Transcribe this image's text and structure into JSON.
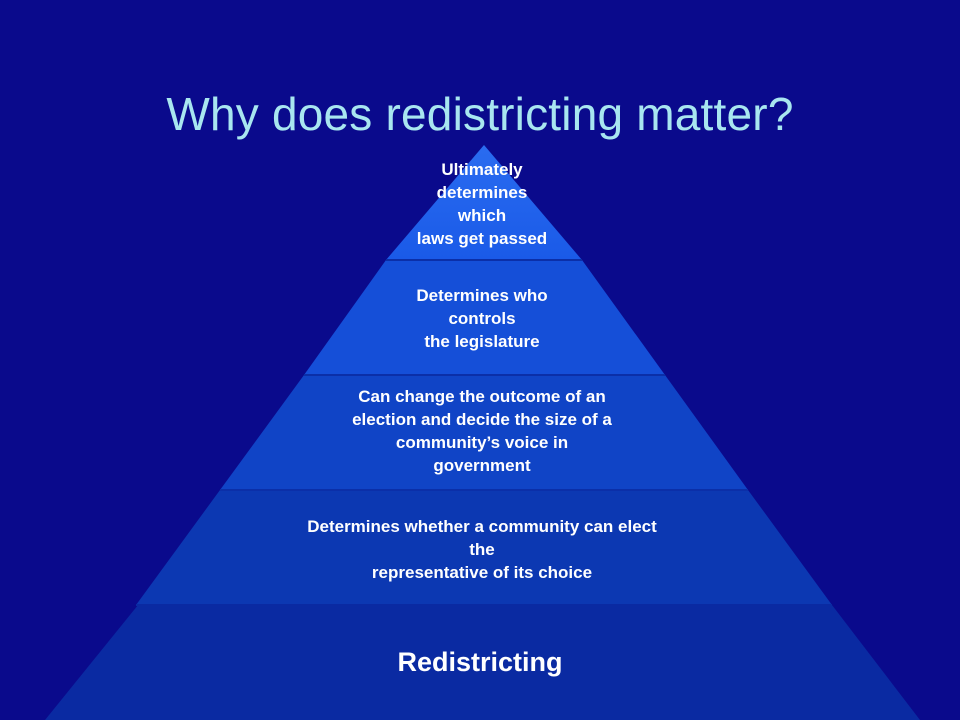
{
  "title": "Why does redistricting matter?",
  "pyramid": {
    "tiers": [
      {
        "text": "Ultimately\ndetermines\nwhich\nlaws get passed",
        "color": "#1a5ae8"
      },
      {
        "text": "Determines who\ncontrols\nthe legislature",
        "color": "#154fd8"
      },
      {
        "text": "Can change the outcome of an\nelection and decide the size of a\ncommunity’s voice in\ngovernment",
        "color": "#1044c6"
      },
      {
        "text": "Determines whether a community can elect\nthe\nrepresentative of its choice",
        "color": "#0c38b2"
      }
    ],
    "base": {
      "text": "Redistricting",
      "color": "#0a2aa2"
    }
  },
  "colors": {
    "background": "#0a0a8c",
    "title": "#a8e6f0",
    "tier_text": "#ffffff"
  }
}
